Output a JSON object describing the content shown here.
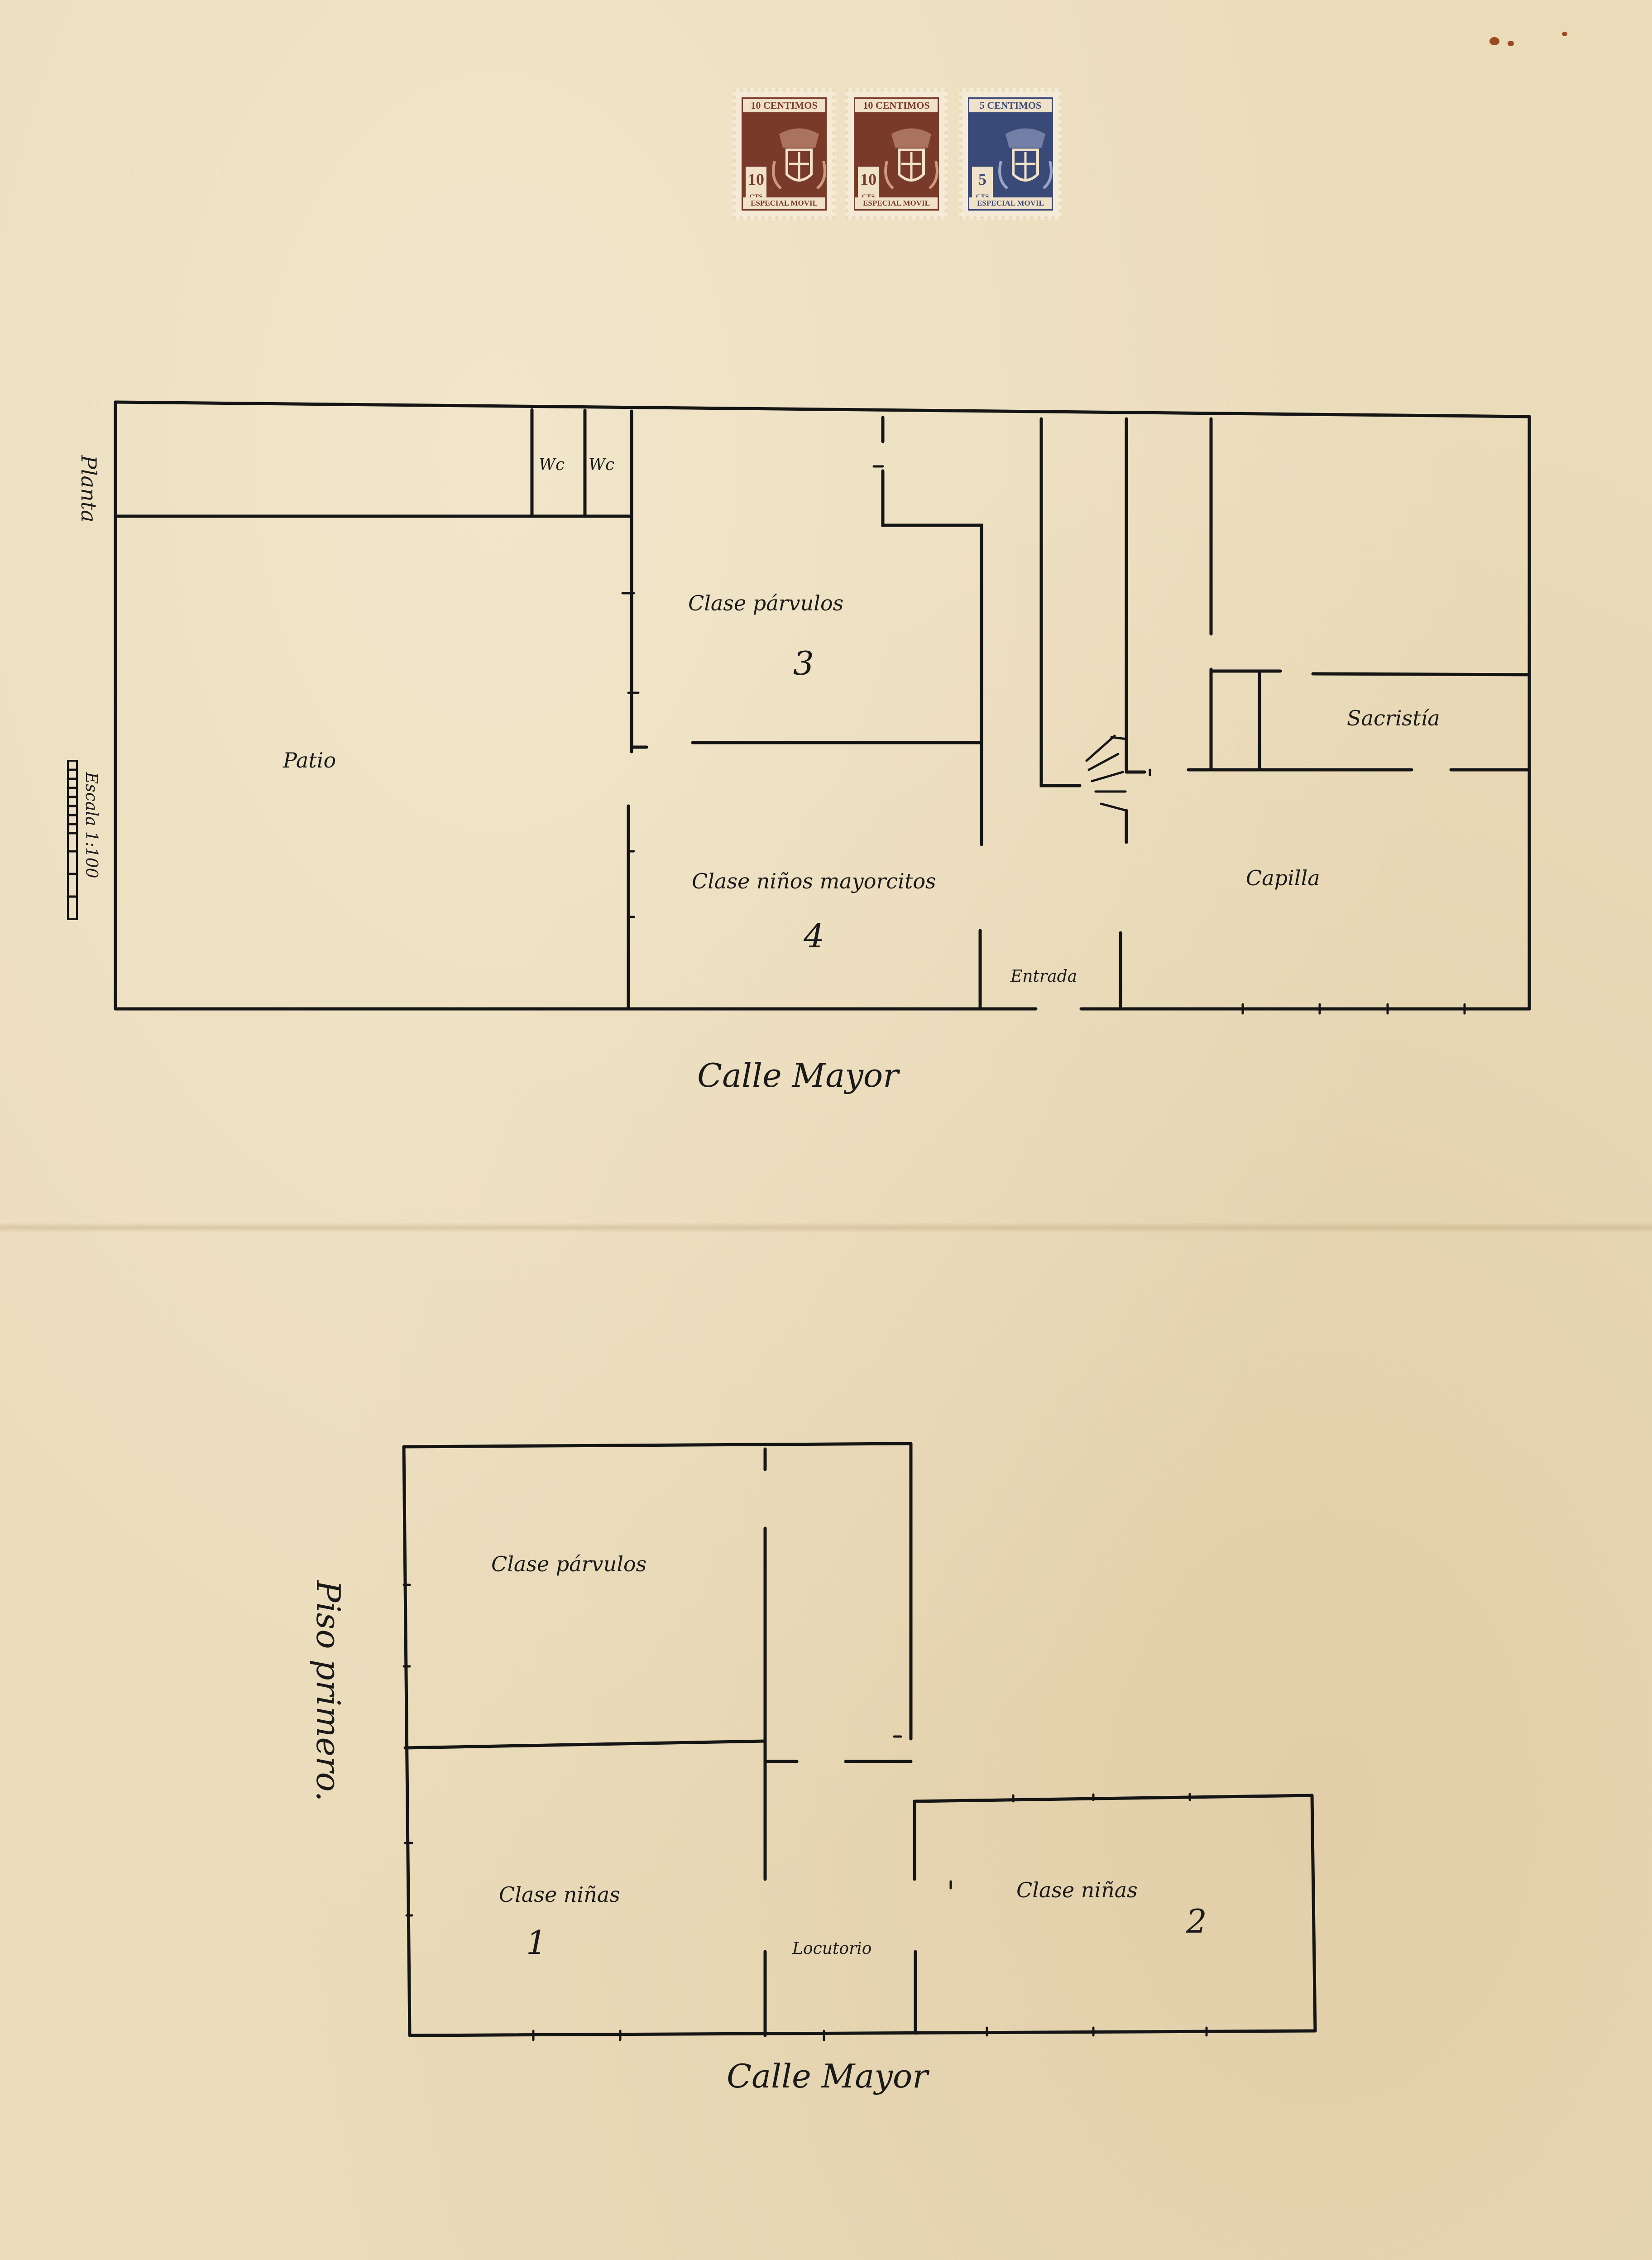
{
  "stamps": [
    {
      "top_text": "10 CENTIMOS",
      "value": "10",
      "unit": "CTS",
      "bottom_text": "ESPECIAL MOVIL",
      "color": "#7a3a2a"
    },
    {
      "top_text": "10 CENTIMOS",
      "value": "10",
      "unit": "CTS",
      "bottom_text": "ESPECIAL MOVIL",
      "color": "#7a3a2a"
    },
    {
      "top_text": "5 CENTIMOS",
      "value": "5",
      "unit": "CTS",
      "bottom_text": "ESPECIAL MOVIL",
      "color": "#3a4a78"
    }
  ],
  "ground_floor": {
    "title": "Planta",
    "scale_label": "Escala 1:100",
    "rooms": {
      "wc1": "Wc",
      "wc2": "Wc",
      "patio": "Patio",
      "clase_parvulos": "Clase párvulos",
      "clase_parvulos_num": "3",
      "clase_ninos": "Clase niños mayorcitos",
      "clase_ninos_num": "4",
      "sacristia": "Sacristía",
      "capilla": "Capilla",
      "entrada": "Entrada"
    },
    "street": "Calle Mayor"
  },
  "first_floor": {
    "title": "Piso primero.",
    "rooms": {
      "clase_parvulos": "Clase párvulos",
      "clase_ninas_1": "Clase niñas",
      "clase_ninas_1_num": "1",
      "clase_ninas_2": "Clase niñas",
      "clase_ninas_2_num": "2",
      "locutorio": "Locutorio"
    },
    "street": "Calle Mayor"
  },
  "colors": {
    "paper": "#eadbb9",
    "ink": "#151515",
    "stamp_brown": "#7a3a2a",
    "stamp_blue": "#3a4a78"
  }
}
